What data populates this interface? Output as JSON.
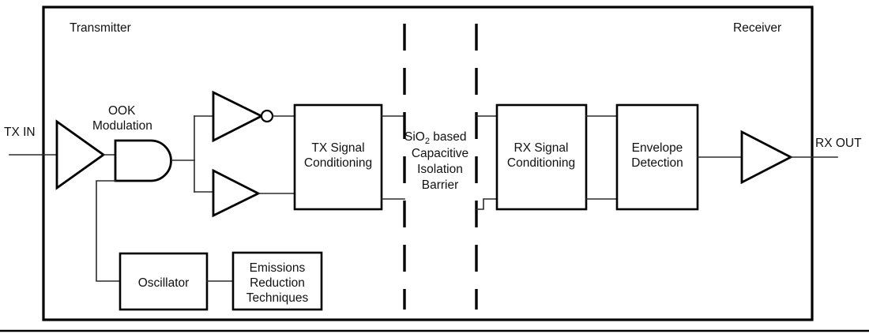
{
  "figure": {
    "type": "block-diagram",
    "title": "Capacitive digital isolator functional block diagram",
    "regions": {
      "transmitter_label": "Transmitter",
      "receiver_label": "Receiver"
    },
    "io": {
      "input_label": "TX IN",
      "output_label": "RX OUT"
    },
    "annotations": {
      "ook_line1": "OOK",
      "ook_line2": "Modulation"
    },
    "barrier": {
      "line1_main": "SiO",
      "line1_sub": "2",
      "line1_tail": " based",
      "line2": "Capacitive",
      "line3": "Isolation",
      "line4": "Barrier"
    },
    "blocks": [
      {
        "id": "tx-signal-conditioning",
        "line1": "TX Signal",
        "line2": "Conditioning"
      },
      {
        "id": "rx-signal-conditioning",
        "line1": "RX Signal",
        "line2": "Conditioning"
      },
      {
        "id": "envelope-detection",
        "line1": "Envelope",
        "line2": "Detection"
      },
      {
        "id": "oscillator",
        "line1": "Oscillator",
        "line2": ""
      },
      {
        "id": "emissions-reduction",
        "line1": "Emissions",
        "line2": "Reduction",
        "line3": "Techniques"
      }
    ],
    "gates": [
      {
        "id": "input-buffer",
        "kind": "buffer"
      },
      {
        "id": "and-gate",
        "kind": "and"
      },
      {
        "id": "inverter",
        "kind": "inverter"
      },
      {
        "id": "tx-buffer",
        "kind": "buffer"
      },
      {
        "id": "output-buffer",
        "kind": "buffer"
      }
    ],
    "colors": {
      "stroke": "#000000",
      "wire": "#2b2b2b",
      "background": "#ffffff",
      "text": "#111111"
    }
  }
}
